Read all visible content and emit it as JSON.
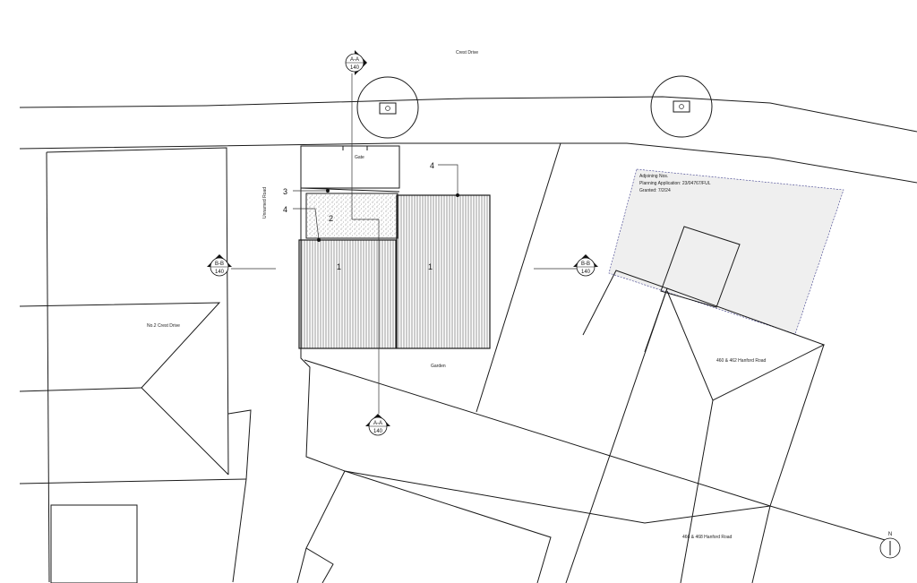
{
  "labels": {
    "crest_drive": "Crest Drive",
    "unnamed_road": "Unnamed Road",
    "gate": "Gate",
    "garden": "Garden",
    "no2_crest_drive": "No.2 Crest Drive",
    "hanford_460_462": "460 & 462 Hanford Road",
    "hanford_466_468": "466 & 468 Hanford Road",
    "north": "N"
  },
  "planning_note": {
    "line1": "Adjoining Nos.",
    "line2": "Planning Application: 23/04767/FUL",
    "line3": "Granted: 7/2/24"
  },
  "callouts": {
    "c1a": "1",
    "c1b": "1",
    "c2": "2",
    "c3": "3",
    "c4a": "4",
    "c4b": "4"
  },
  "section_markers": {
    "aa_top": {
      "letter": "A-A",
      "sheet": "140"
    },
    "aa_bottom": {
      "letter": "A-A",
      "sheet": "140"
    },
    "bb_left": {
      "letter": "B-B",
      "sheet": "140"
    },
    "bb_right": {
      "letter": "B-B",
      "sheet": "140"
    }
  }
}
